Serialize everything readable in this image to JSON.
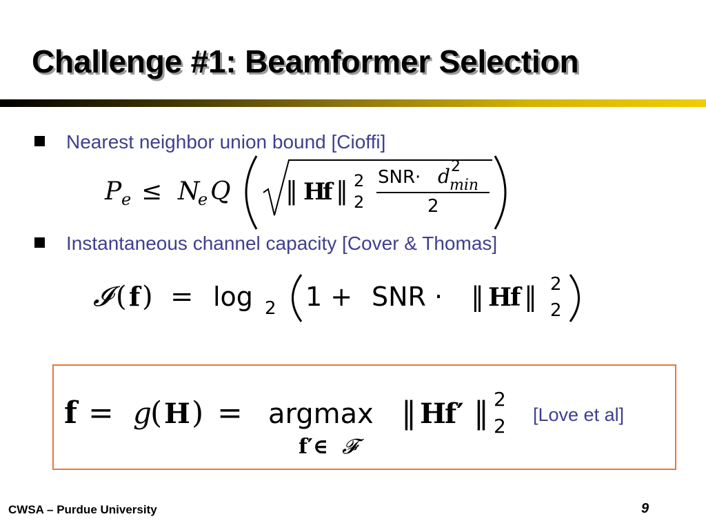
{
  "slide": {
    "title": "Challenge #1: Beamformer Selection",
    "bullets": [
      {
        "text": "Nearest neighbor union bound [Cioffi]"
      },
      {
        "text": "Instantaneous channel capacity [Cover & Thomas]"
      }
    ],
    "equations": {
      "union_bound": {
        "lhs": "P",
        "lhs_sub": "e",
        "rel": "≤",
        "coef": "N",
        "coef_sub": "e",
        "func": "Q",
        "norm_open": "‖",
        "matrix": "H",
        "vector": "f",
        "norm_close": "‖",
        "norm_exp": "2",
        "norm_sub": "2",
        "numerator": "SNR·",
        "numerator_var": "d",
        "numerator_exp": "2",
        "numerator_sub": "min",
        "denominator": "2"
      },
      "capacity": {
        "lhs": "𝓘",
        "arg_open": "(",
        "arg": "f",
        "arg_close": ")",
        "eq": "=",
        "log": "log",
        "log_base": "2",
        "one_plus": "1 +",
        "snr": "SNR ·",
        "norm_open": "‖",
        "matrix": "H",
        "vector": "f",
        "norm_close": "‖",
        "norm_exp": "2",
        "norm_sub": "2"
      },
      "selection": {
        "lhs": "f",
        "eq1": "=",
        "g": "g",
        "g_open": "(",
        "g_arg": "H",
        "g_close": ")",
        "eq2": "=",
        "op": "argmax",
        "op_sub": "f′∈",
        "op_set": "𝓕",
        "norm_open": "‖",
        "matrix": "H",
        "vector": "f′",
        "norm_close": "‖",
        "norm_exp": "2",
        "norm_sub": "2"
      }
    },
    "citation": "[Love et al]",
    "footer": "CWSA – Purdue University",
    "page_number": "9"
  }
}
